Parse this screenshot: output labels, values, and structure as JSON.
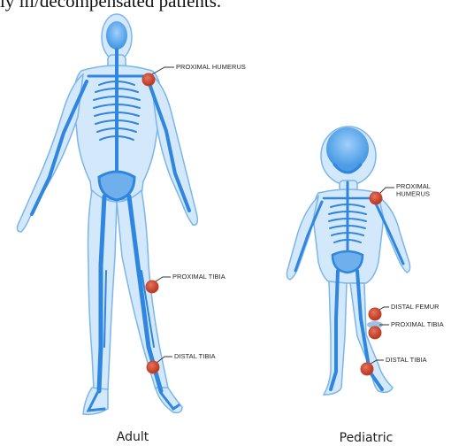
{
  "intro_text": "ly ill/decompensated patients.",
  "figures": {
    "adult": {
      "caption": "Adult",
      "sites": [
        {
          "label_lines": [
            "PROXIMAL HUMERUS"
          ]
        },
        {
          "label_lines": [
            "PROXIMAL TIBIA"
          ]
        },
        {
          "label_lines": [
            "DISTAL TIBIA"
          ]
        }
      ]
    },
    "pediatric": {
      "caption": "Pediatric",
      "sites": [
        {
          "label_lines": [
            "PROXIMAL",
            "HUMERUS"
          ]
        },
        {
          "label_lines": [
            "DISTAL FEMUR"
          ]
        },
        {
          "label_lines": [
            "PROXIMAL TIBIA"
          ]
        },
        {
          "label_lines": [
            "DISTAL TIBIA"
          ]
        }
      ]
    }
  },
  "colors": {
    "body_fill": "#cfe6fb",
    "body_stroke": "#6aaee8",
    "bone": "#2f86de",
    "bone_dark": "#1f6fc4",
    "site_marker": "#c9442a",
    "leader_line": "#333333"
  }
}
